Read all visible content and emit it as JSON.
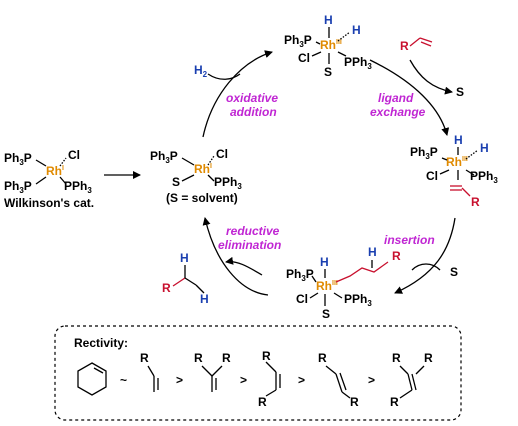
{
  "wilkinson": {
    "ph3p_top": "Ph",
    "cl": "Cl",
    "ph3p_bot": "Ph",
    "pph3": "PPh",
    "rh": "Rh",
    "rh_sup": "I",
    "caption": "Wilkinson's cat."
  },
  "active": {
    "ph3p": "Ph",
    "cl": "Cl",
    "s": "S",
    "pph3": "PPh",
    "rh": "Rh",
    "rh_sup": "I",
    "note": "(S = solvent)"
  },
  "steps": {
    "oxidative_1": "oxidative",
    "oxidative_2": "addition",
    "ligand_1": "ligand",
    "ligand_2": "exchange",
    "insertion": "insertion",
    "reductive_1": "reductive",
    "reductive_2": "elimination"
  },
  "reagents": {
    "h2": "H",
    "h2_sub": "2",
    "s_out": "S",
    "s_in": "S",
    "alkene_r": "R",
    "product_r": "R"
  },
  "complex_top": {
    "h1": "H",
    "h2": "H",
    "ph3p": "Ph",
    "cl": "Cl",
    "s": "S",
    "pph3": "PPh",
    "rh": "Rh",
    "sup": "III"
  },
  "complex_right": {
    "h1": "H",
    "h2": "H",
    "ph3p": "Ph",
    "cl": "Cl",
    "pph3": "PPh",
    "rh": "Rh",
    "sup": "III",
    "r": "R"
  },
  "complex_bottom": {
    "h1": "H",
    "h2": "H",
    "ph3p": "Ph",
    "cl": "Cl",
    "s": "S",
    "pph3": "PPh",
    "rh": "Rh",
    "sup": "III",
    "r": "R"
  },
  "reactivity": {
    "title": "Rectivity:",
    "sep1": "~",
    "sep2": ">",
    "sep3": ">",
    "sep4": ">",
    "sep5": ">",
    "a2_r": "R",
    "a3_r1": "R",
    "a3_r2": "R",
    "a4_r1": "R",
    "a4_r2": "R",
    "a5_r1": "R",
    "a5_r2": "R",
    "a6_r1": "R",
    "a6_r2": "R",
    "a6_r3": "R"
  }
}
